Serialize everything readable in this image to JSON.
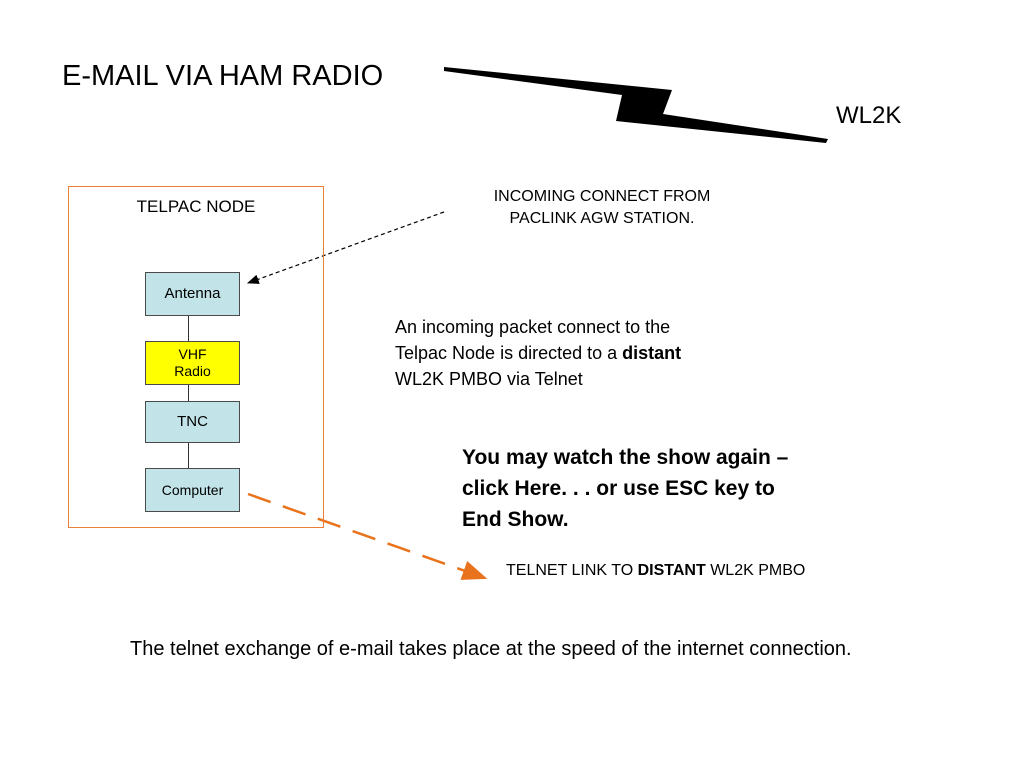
{
  "slide": {
    "title": "E-MAIL VIA HAM RADIO",
    "server_label": "WL2K",
    "node": {
      "label": "TELPAC NODE",
      "components": [
        "Antenna",
        "VHF",
        "Radio",
        "TNC",
        "Computer"
      ]
    },
    "incoming_note": {
      "line1": "INCOMING CONNECT FROM",
      "line2": "PACLINK AGW STATION."
    },
    "description": {
      "line1": "An incoming packet connect to the",
      "line2_prefix": "Telpac Node is directed to a ",
      "line2_bold": "distant",
      "line3": "WL2K PMBO via Telnet"
    },
    "show_link": {
      "line1": "You may watch the show  again –",
      "line2": "click Here. . . or use ESC key to",
      "line3": "End Show."
    },
    "telnet_link": {
      "prefix": "TELNET LINK TO ",
      "bold": "DISTANT",
      "suffix": " WL2K PMBO"
    },
    "footer": "The telnet exchange of e-mail takes place at the speed of the internet connection."
  },
  "colors": {
    "node_border": "#e8803a",
    "component_fill": "#c2e3e8",
    "radio_fill": "#ffff00",
    "telnet_arrow": "#e8731c",
    "bolt": "#000000"
  }
}
